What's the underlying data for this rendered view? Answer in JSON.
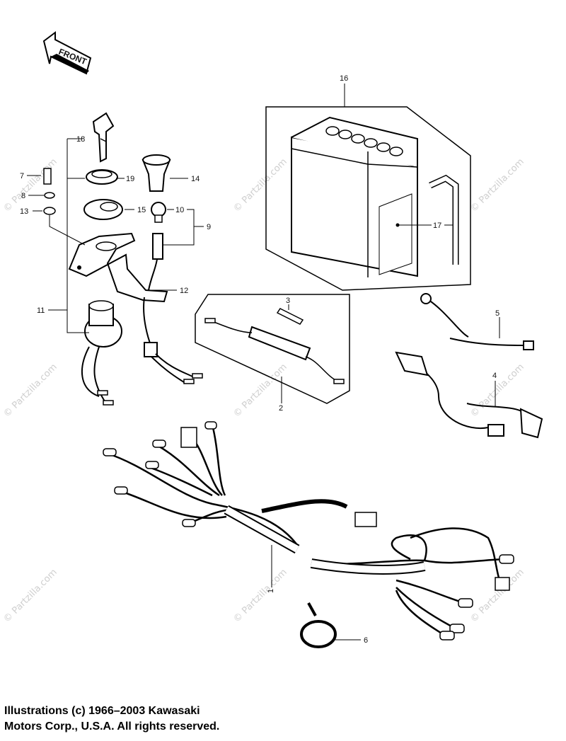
{
  "front_arrow": {
    "label": "FRONT"
  },
  "callouts": {
    "c1": "1",
    "c2": "2",
    "c3": "3",
    "c4": "4",
    "c5": "5",
    "c6": "6",
    "c7": "7",
    "c8": "8",
    "c9": "9",
    "c10": "10",
    "c11": "11",
    "c12": "12",
    "c13": "13",
    "c14": "14",
    "c15": "15",
    "c16": "16",
    "c17": "17",
    "c18": "18",
    "c19": "19"
  },
  "watermark": {
    "text": "© Partzilla.com"
  },
  "copyright": {
    "line1": "Illustrations (c) 1966–2003 Kawasaki",
    "line2": "Motors Corp., U.S.A.  All rights reserved."
  }
}
